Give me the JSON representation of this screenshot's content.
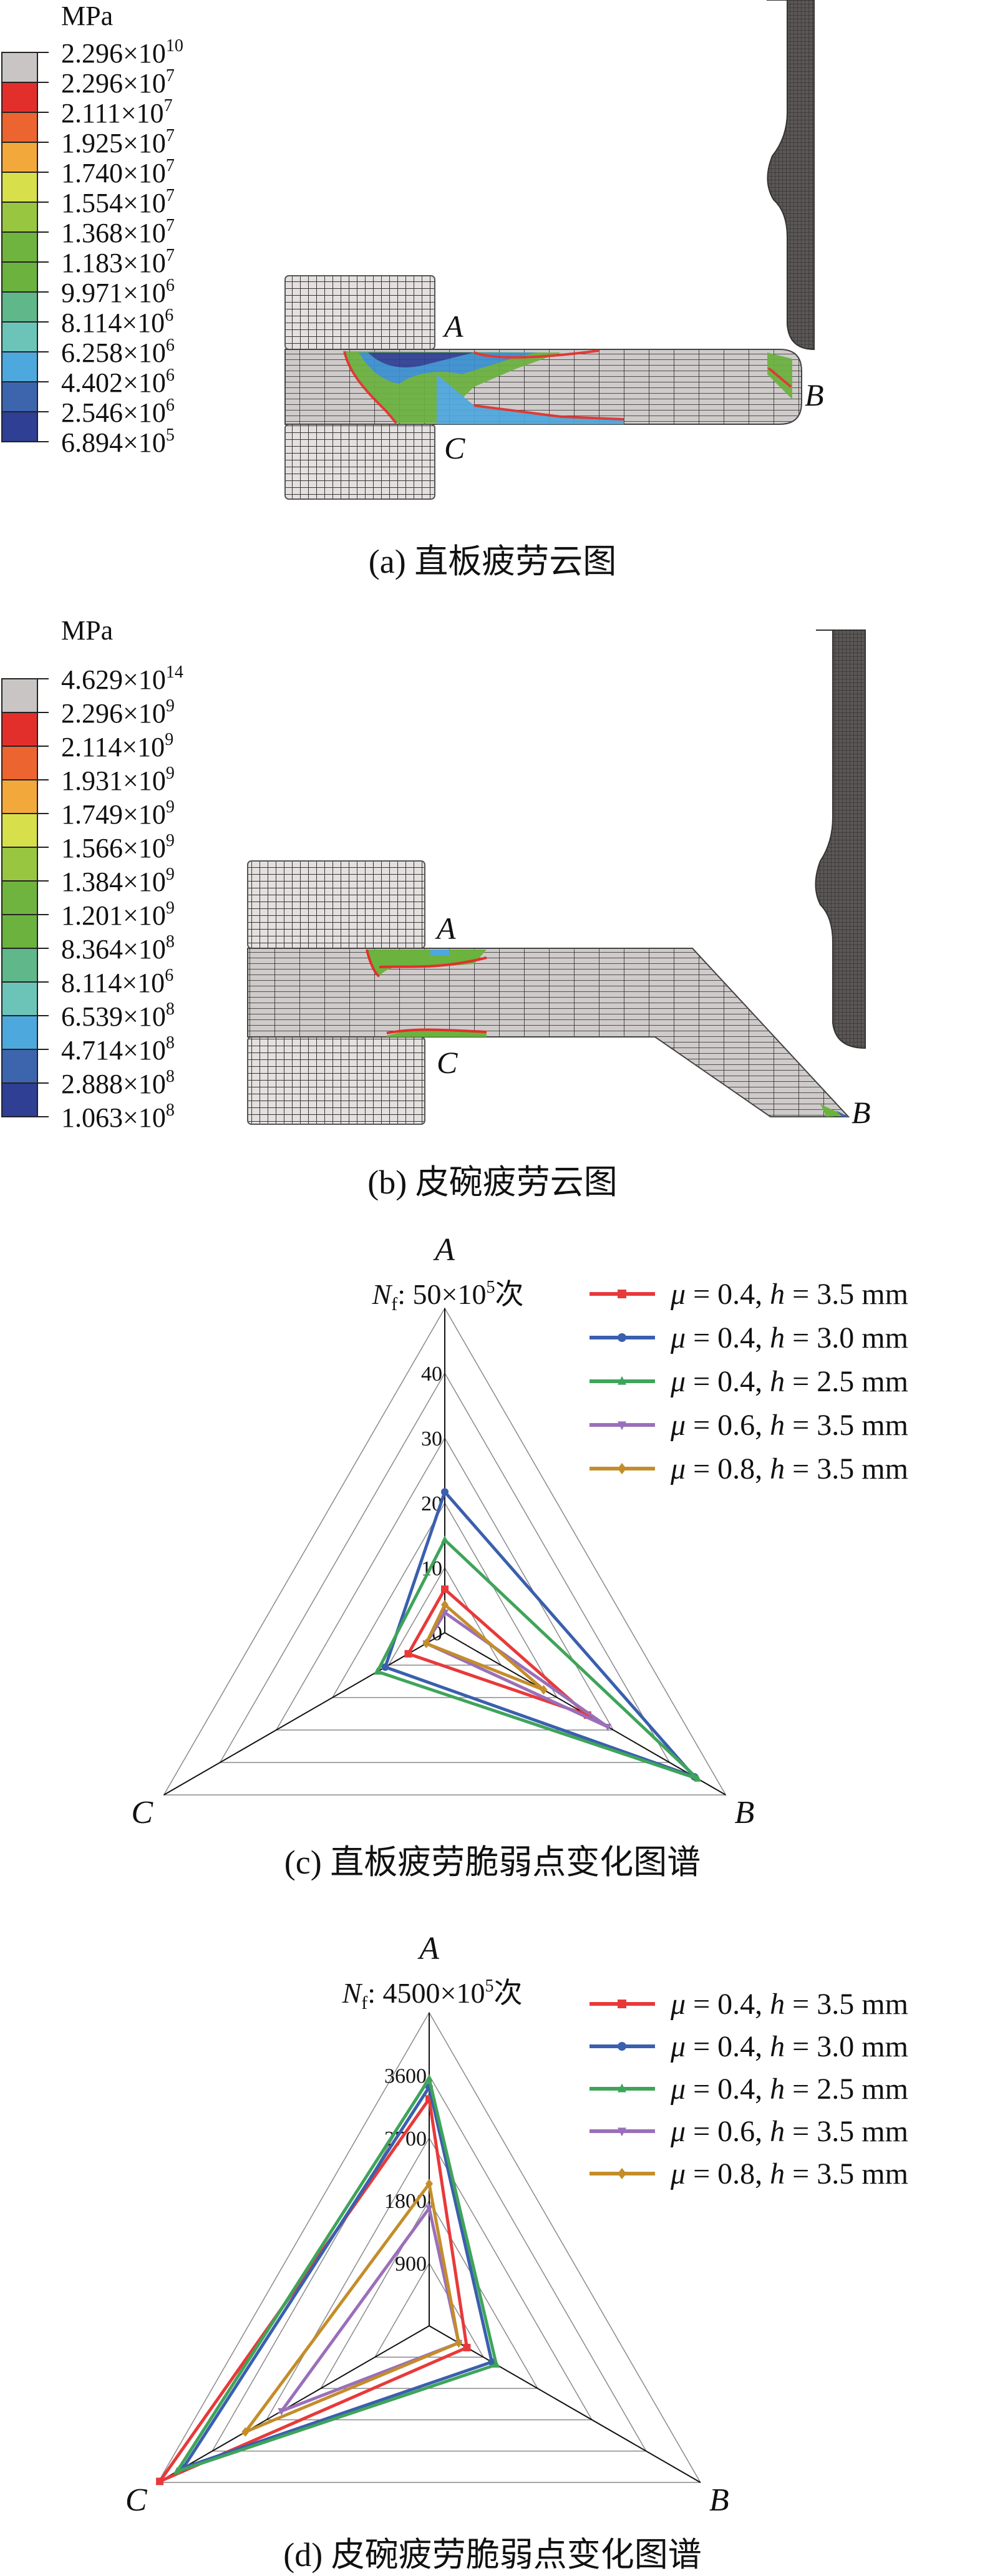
{
  "figure_a": {
    "unit": "MPa",
    "caption": "(a) 直板疲劳云图",
    "labels": {
      "A": "A",
      "B": "B",
      "C": "C"
    },
    "legend": [
      {
        "m": "2.296",
        "e": "10"
      },
      {
        "m": "2.296",
        "e": "7"
      },
      {
        "m": "2.111",
        "e": "7"
      },
      {
        "m": "1.925",
        "e": "7"
      },
      {
        "m": "1.740",
        "e": "7"
      },
      {
        "m": "1.554",
        "e": "7"
      },
      {
        "m": "1.368",
        "e": "7"
      },
      {
        "m": "1.183",
        "e": "7"
      },
      {
        "m": "9.971",
        "e": "6"
      },
      {
        "m": "8.114",
        "e": "6"
      },
      {
        "m": "6.258",
        "e": "6"
      },
      {
        "m": "4.402",
        "e": "6"
      },
      {
        "m": "2.546",
        "e": "6"
      },
      {
        "m": "6.894",
        "e": "5"
      }
    ]
  },
  "figure_b": {
    "unit": "MPa",
    "caption": "(b) 皮碗疲劳云图",
    "labels": {
      "A": "A",
      "B": "B",
      "C": "C"
    },
    "legend": [
      {
        "m": "4.629",
        "e": "14"
      },
      {
        "m": "2.296",
        "e": "9"
      },
      {
        "m": "2.114",
        "e": "9"
      },
      {
        "m": "1.931",
        "e": "9"
      },
      {
        "m": "1.749",
        "e": "9"
      },
      {
        "m": "1.566",
        "e": "9"
      },
      {
        "m": "1.384",
        "e": "9"
      },
      {
        "m": "1.201",
        "e": "9"
      },
      {
        "m": "8.364",
        "e": "8"
      },
      {
        "m": "8.114",
        "e": "6"
      },
      {
        "m": "6.539",
        "e": "8"
      },
      {
        "m": "4.714",
        "e": "8"
      },
      {
        "m": "2.888",
        "e": "8"
      },
      {
        "m": "1.063",
        "e": "8"
      }
    ]
  },
  "contour_colors": [
    "#c9c5c5",
    "#e32f2b",
    "#ec6430",
    "#f3a83c",
    "#d7e04b",
    "#99c640",
    "#6fb43f",
    "#6bb23f",
    "#5fb78a",
    "#6cc4b9",
    "#4da8dd",
    "#3c65ae",
    "#2e3f94"
  ],
  "chart_data": [
    {
      "type": "radar",
      "caption": "(c) 直板疲劳脆弱点变化图谱",
      "title_prefix": "N",
      "title_sub": "f",
      "title_value": ": 50×10",
      "title_exp": "5",
      "title_unit": "次",
      "axes": [
        "A",
        "B",
        "C"
      ],
      "range": [
        0,
        50
      ],
      "ticks": [
        "0",
        "10",
        "20",
        "30",
        "40"
      ],
      "tick_values": [
        0,
        10,
        20,
        30,
        40
      ],
      "grid_step": 10,
      "series": [
        {
          "name": "μ = 0.4, h = 3.5 mm",
          "mu": "0.4",
          "h": "3.5",
          "color": "#e8393a",
          "marker": "square",
          "values": [
            6.7,
            25.4,
            6.5
          ]
        },
        {
          "name": "μ = 0.4, h = 3.0 mm",
          "mu": "0.4",
          "h": "3.0",
          "color": "#3a5fae",
          "marker": "circle",
          "values": [
            21.7,
            44.4,
            10.6
          ]
        },
        {
          "name": "μ = 0.4, h = 2.5 mm",
          "mu": "0.4",
          "h": "2.5",
          "color": "#3fa45a",
          "marker": "triangle",
          "values": [
            14.3,
            45.0,
            12.0
          ]
        },
        {
          "name": "μ = 0.6, h = 3.5 mm",
          "mu": "0.6",
          "h": "3.5",
          "color": "#9a6fba",
          "marker": "triangle-down",
          "values": [
            3.1,
            29.0,
            3.3
          ]
        },
        {
          "name": "μ = 0.8, h = 3.5 mm",
          "mu": "0.8",
          "h": "3.5",
          "color": "#c48d2a",
          "marker": "diamond",
          "values": [
            4.3,
            17.6,
            3.3
          ]
        }
      ]
    },
    {
      "type": "radar",
      "caption": "(d) 皮碗疲劳脆弱点变化图谱",
      "title_prefix": "N",
      "title_sub": "f",
      "title_value": ": 4500×10",
      "title_exp": "5",
      "title_unit": "次",
      "axes": [
        "A",
        "B",
        "C"
      ],
      "range": [
        0,
        4500
      ],
      "ticks": [
        "900",
        "1800",
        "2700",
        "3600"
      ],
      "tick_values": [
        900,
        1800,
        2700,
        3600
      ],
      "grid_step": 900,
      "series": [
        {
          "name": "μ = 0.4, h = 3.5 mm",
          "mu": "0.4",
          "h": "3.5",
          "color": "#e8393a",
          "marker": "square",
          "values": [
            3260,
            625,
            4470
          ]
        },
        {
          "name": "μ = 0.4, h = 3.0 mm",
          "mu": "0.4",
          "h": "3.0",
          "color": "#3a5fae",
          "marker": "circle",
          "values": [
            3430,
            1040,
            4080
          ]
        },
        {
          "name": "μ = 0.4, h = 2.5 mm",
          "mu": "0.4",
          "h": "2.5",
          "color": "#3fa45a",
          "marker": "triangle",
          "values": [
            3550,
            1115,
            4185
          ]
        },
        {
          "name": "μ = 0.6, h = 3.5 mm",
          "mu": "0.6",
          "h": "3.5",
          "color": "#9a6fba",
          "marker": "triangle-down",
          "values": [
            1690,
            490,
            2450
          ]
        },
        {
          "name": "μ = 0.8, h = 3.5 mm",
          "mu": "0.8",
          "h": "3.5",
          "color": "#c48d2a",
          "marker": "diamond",
          "values": [
            2040,
            490,
            3050
          ]
        }
      ]
    }
  ]
}
